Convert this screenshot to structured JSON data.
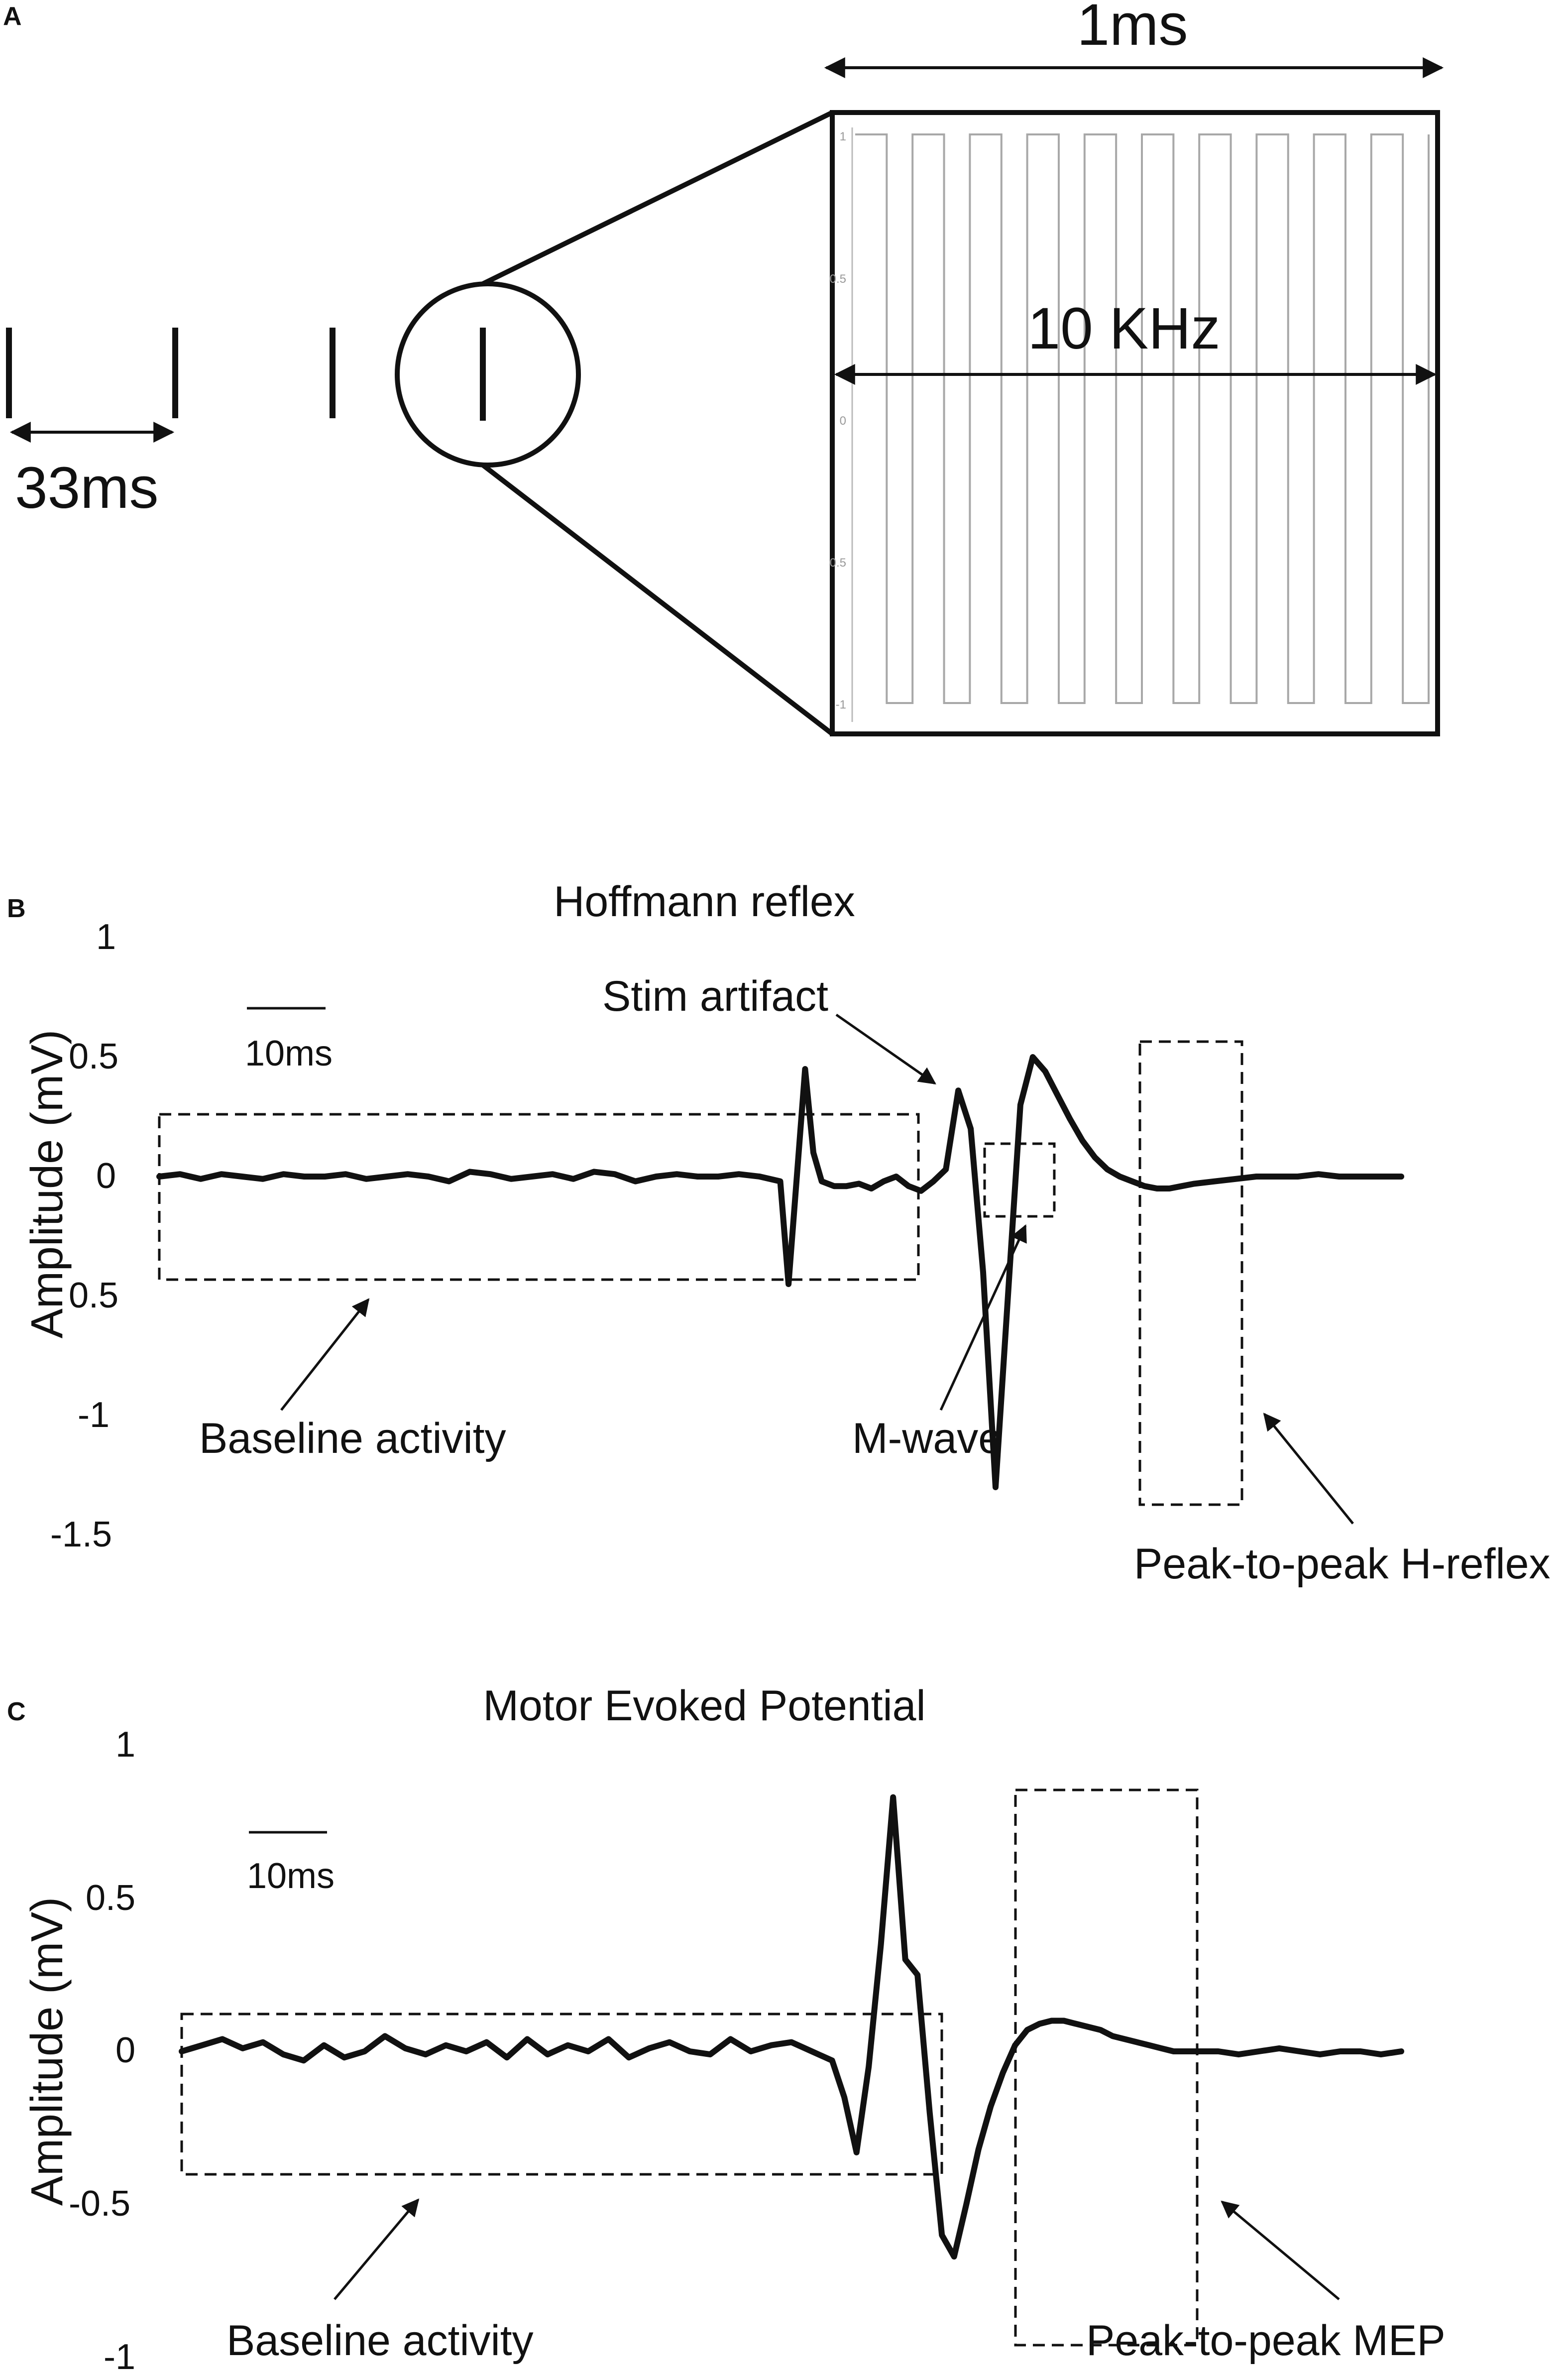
{
  "panel_a": {
    "letter": "A",
    "interval_label": "33ms",
    "window_label": "1ms",
    "frequency_label": "10 KHz",
    "inset_tick_labels": [
      "1",
      "0.5",
      "0",
      "0.5",
      "-1"
    ],
    "inset_cycles": 10
  },
  "chart_data": [
    {
      "type": "line",
      "panel": "B",
      "title": "Hoffmann reflex",
      "ylabel": "Amplitude (mV)",
      "ylim": [
        -1.5,
        1
      ],
      "yticks": [
        "1",
        "0.5",
        "0",
        "0.5",
        "-1",
        "-1.5"
      ],
      "scale_bar": "10ms",
      "x": [
        0,
        5,
        10,
        15,
        20,
        25,
        30,
        35,
        40,
        45,
        50,
        55,
        60,
        65,
        70,
        75,
        80,
        85,
        90,
        95,
        100,
        105,
        110,
        115,
        120,
        125,
        130,
        135,
        140,
        145,
        150,
        152,
        154,
        156,
        158,
        160,
        163,
        166,
        169,
        172,
        175,
        178,
        181,
        184,
        187,
        190,
        193,
        196,
        199,
        202,
        205,
        208,
        211,
        214,
        217,
        220,
        223,
        226,
        229,
        232,
        235,
        238,
        241,
        244,
        247,
        250,
        255,
        260,
        265,
        270,
        275,
        280,
        285,
        290,
        295,
        300
      ],
      "y": [
        0.0,
        0.01,
        -0.01,
        0.01,
        0.0,
        -0.01,
        0.01,
        0.0,
        0.0,
        0.01,
        -0.01,
        0.0,
        0.01,
        0.0,
        -0.02,
        0.02,
        0.01,
        -0.01,
        0.0,
        0.01,
        -0.01,
        0.02,
        0.01,
        -0.02,
        0.0,
        0.01,
        0.0,
        0.0,
        0.01,
        0.0,
        -0.02,
        -0.45,
        0.0,
        0.45,
        0.1,
        -0.02,
        -0.04,
        -0.04,
        -0.03,
        -0.05,
        -0.02,
        0.0,
        -0.04,
        -0.06,
        -0.02,
        0.03,
        0.36,
        0.2,
        -0.4,
        -1.3,
        -0.5,
        0.3,
        0.5,
        0.44,
        0.34,
        0.24,
        0.15,
        0.08,
        0.03,
        0.0,
        -0.02,
        -0.04,
        -0.05,
        -0.05,
        -0.04,
        -0.03,
        -0.02,
        -0.01,
        0.0,
        0.0,
        0.0,
        0.01,
        0.0,
        0.0,
        0.0,
        0.0
      ],
      "annotations": {
        "stim_artifact": "Stim artifact",
        "baseline": "Baseline activity",
        "m_wave": "M-wave",
        "peak_to_peak": "Peak-to-peak H-reflex"
      }
    },
    {
      "type": "line",
      "panel": "C",
      "title": "Motor Evoked Potential",
      "ylabel": "Amplitude (mV)",
      "ylim": [
        -1,
        1
      ],
      "yticks": [
        "1",
        "0.5",
        "0",
        "-0.5",
        "-1"
      ],
      "scale_bar": "10ms",
      "x": [
        0,
        5,
        10,
        15,
        20,
        25,
        30,
        35,
        40,
        45,
        50,
        55,
        60,
        65,
        70,
        75,
        80,
        85,
        90,
        95,
        100,
        105,
        110,
        115,
        120,
        125,
        130,
        135,
        140,
        145,
        150,
        155,
        160,
        163,
        166,
        169,
        172,
        175,
        178,
        181,
        184,
        187,
        190,
        193,
        196,
        199,
        202,
        205,
        208,
        211,
        214,
        217,
        220,
        223,
        226,
        229,
        232,
        235,
        238,
        241,
        244,
        247,
        250,
        255,
        260,
        265,
        270,
        275,
        280,
        285,
        290,
        295,
        300
      ],
      "y": [
        0.0,
        0.02,
        0.04,
        0.01,
        0.03,
        -0.01,
        -0.03,
        0.02,
        -0.02,
        0.0,
        0.05,
        0.01,
        -0.01,
        0.02,
        0.0,
        0.03,
        -0.02,
        0.04,
        -0.01,
        0.02,
        0.0,
        0.04,
        -0.02,
        0.01,
        0.03,
        0.0,
        -0.01,
        0.04,
        0.0,
        0.02,
        0.03,
        0.0,
        -0.03,
        -0.15,
        -0.33,
        -0.05,
        0.35,
        0.83,
        0.3,
        0.25,
        -0.2,
        -0.6,
        -0.67,
        -0.5,
        -0.32,
        -0.18,
        -0.07,
        0.02,
        0.07,
        0.09,
        0.1,
        0.1,
        0.09,
        0.08,
        0.07,
        0.05,
        0.04,
        0.03,
        0.02,
        0.01,
        0.0,
        0.0,
        0.0,
        0.0,
        -0.01,
        0.0,
        0.01,
        0.0,
        -0.01,
        0.0,
        0.0,
        -0.01,
        0.0
      ],
      "annotations": {
        "baseline": "Baseline activity",
        "peak_to_peak": "Peak-to-peak MEP"
      }
    }
  ]
}
